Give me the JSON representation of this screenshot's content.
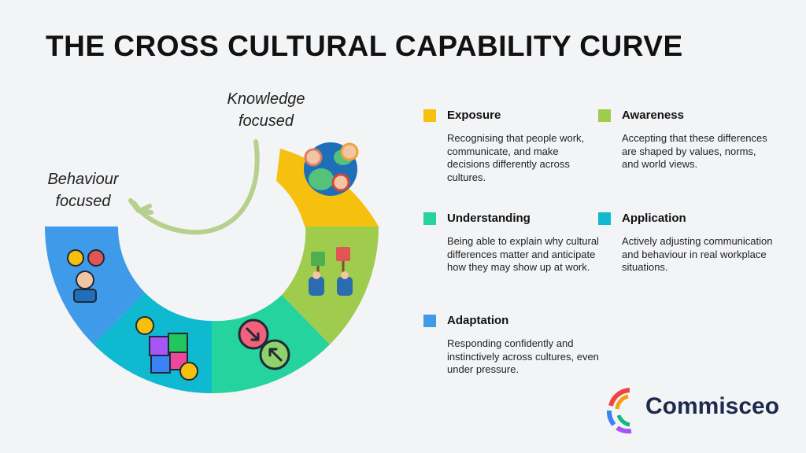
{
  "title": "THE CROSS CULTURAL CAPABILITY CURVE",
  "annotations": {
    "knowledge_line1": "Knowledge",
    "knowledge_line2": "focused",
    "behaviour_line1": "Behaviour",
    "behaviour_line2": "focused"
  },
  "colors": {
    "exposure": "#f6c10e",
    "awareness": "#9fcc4c",
    "understanding": "#24d39d",
    "application": "#0fb9cf",
    "adaptation": "#3f9be9",
    "arrow": "#b7d08d",
    "brand_text": "#1d2a4d"
  },
  "stages": [
    {
      "key": "exposure",
      "title": "Exposure",
      "description": "Recognising that people work, communicate, and make decisions differently across cultures.",
      "icon": "globe-people-icon"
    },
    {
      "key": "awareness",
      "title": "Awareness",
      "description": "Accepting that these differences are shaped by values, norms, and world views.",
      "icon": "thumbs-signs-icon"
    },
    {
      "key": "understanding",
      "title": "Understanding",
      "description": "Being able to explain why cultural differences matter and anticipate how they may show up at work.",
      "icon": "overlap-circles-icon"
    },
    {
      "key": "application",
      "title": "Application",
      "description": "Actively adjusting communication and behaviour in real workplace situations.",
      "icon": "puzzle-icon"
    },
    {
      "key": "adaptation",
      "title": "Adaptation",
      "description": "Responding confidently and instinctively across cultures, even under pressure.",
      "icon": "decision-person-icon"
    }
  ],
  "brand": {
    "name": "Commisceo"
  }
}
